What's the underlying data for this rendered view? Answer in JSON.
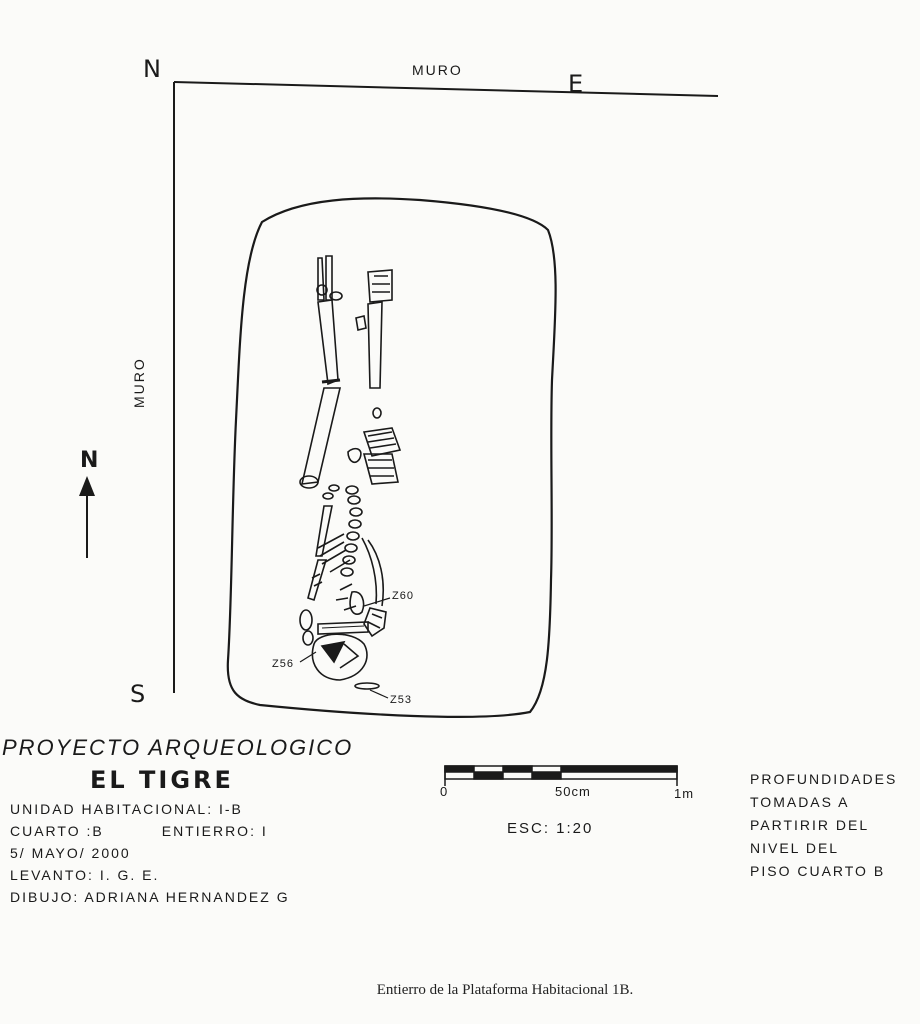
{
  "compass": {
    "north": "N",
    "east": "E",
    "south": "S"
  },
  "walls": {
    "top": "MURO",
    "left": "MURO"
  },
  "north_arrow": "N",
  "tags": [
    "Z60",
    "Z56",
    "Z53"
  ],
  "title": {
    "project": "PROYECTO ARQUEOLOGICO",
    "site": "EL TIGRE"
  },
  "info": {
    "unidad": "UNIDAD HABITACIONAL: I-B",
    "cuarto": "CUARTO :B",
    "entierro": "ENTIERRO: I",
    "fecha": "5/ MAYO/ 2000",
    "levanto": "LEVANTO: I. G. E.",
    "dibujo": "DIBUJO: ADRIANA HERNANDEZ G"
  },
  "scale": {
    "zero": "0",
    "mid": "50cm",
    "end": "1m",
    "esc": "ESC: 1:20"
  },
  "depth_note": [
    "PROFUNDIDADES",
    "TOMADAS A",
    "PARTIRIR DEL",
    "NIVEL DEL",
    "PISO CUARTO B"
  ],
  "caption": "Entierro de la Plataforma Habitacional 1B."
}
